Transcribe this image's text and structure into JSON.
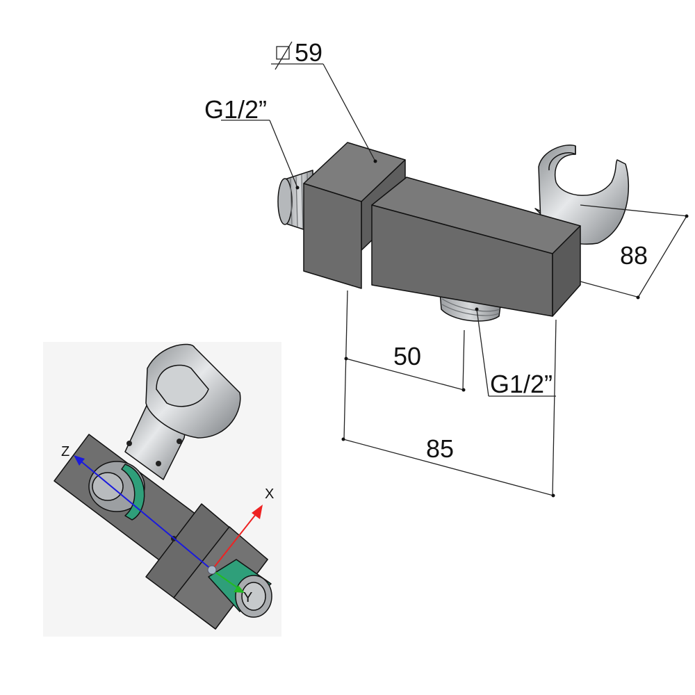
{
  "dimensions": {
    "square_size": "59",
    "inlet_thread": "G1/2”",
    "outlet_thread": "G1/2”",
    "height": "88",
    "outlet_offset": "50",
    "length": "85"
  },
  "inset_axes": {
    "x_label": "X",
    "y_label": "Y",
    "z_label": "Z",
    "x_color": "#ee2222",
    "y_color": "#22bb22",
    "z_color": "#1a1add"
  },
  "colors": {
    "body": "#6e6e6e",
    "body_top": "#7c7c7c",
    "body_dark": "#5c5c5c",
    "chrome": "#b8bcbf",
    "seal": "#2f9f7a"
  }
}
